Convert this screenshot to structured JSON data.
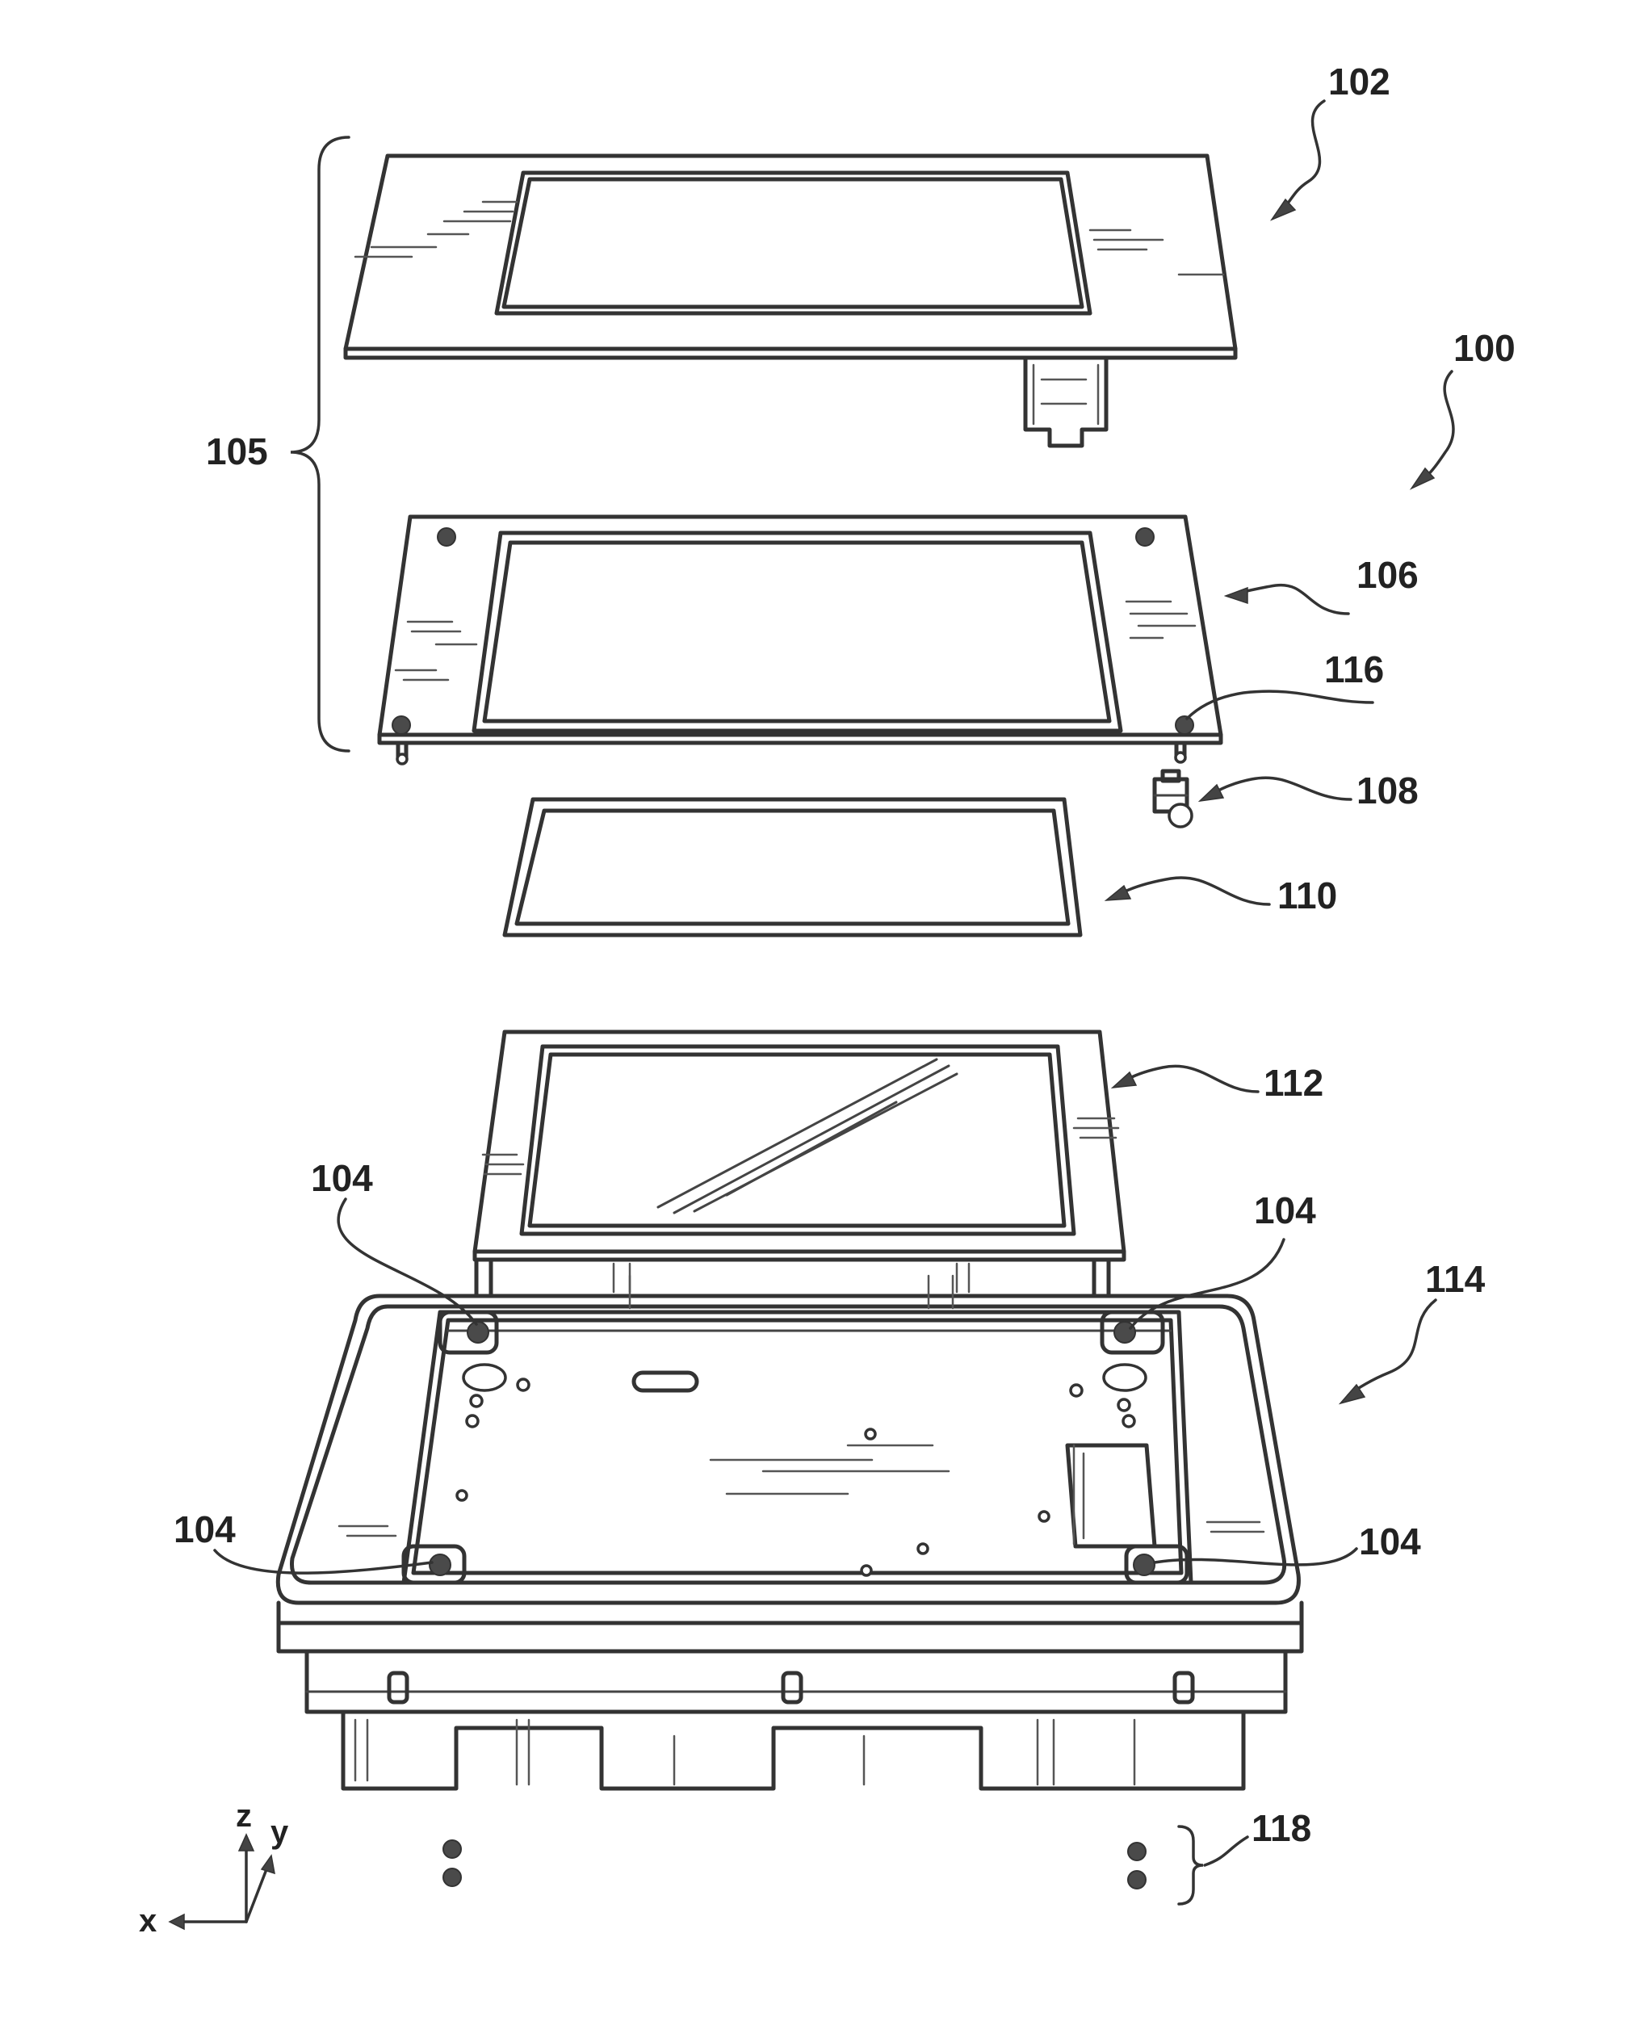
{
  "figure": {
    "labels": {
      "assembly": "100",
      "cover": "102",
      "fasteners": "104",
      "fasteners_br": "104",
      "fasteners_tl": "104",
      "fasteners_tr": "104",
      "stack_bracket": "105",
      "bezel_plate": "106",
      "component": "108",
      "gasket": "110",
      "display": "112",
      "housing": "114",
      "pin": "116",
      "screws": "118"
    },
    "axes": {
      "z": "z",
      "y": "y",
      "x": "x"
    }
  },
  "colors": {
    "line": "#333333",
    "background": "#ffffff"
  }
}
